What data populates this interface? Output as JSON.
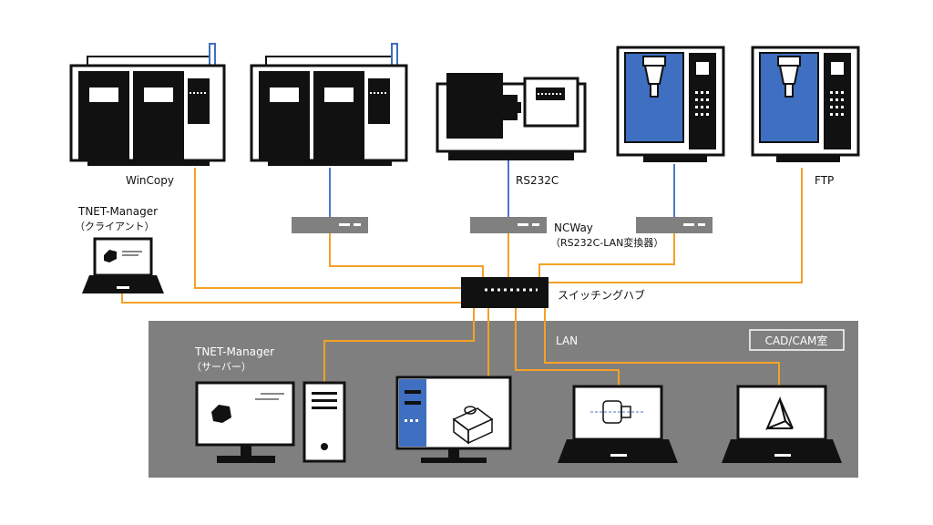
{
  "labels": {
    "wincopy": "WinCopy",
    "rs232c": "RS232C",
    "ftp": "FTP",
    "client_title": "TNET-Manager",
    "client_sub": "（クライアント）",
    "ncway": "NCWay",
    "ncway_sub": "（RS232C-LAN変換器）",
    "switch_hub": "スイッチングハブ",
    "lan": "LAN",
    "cad_cam_room": "CAD/CAM室",
    "server_title": "TNET-Manager",
    "server_sub": "（サーバー）"
  },
  "colors": {
    "lan_wire": "#f4a127",
    "serial_wire": "#4a78c8",
    "room_bg": "#7f7f7f",
    "converter": "#808080",
    "hub": "#111111",
    "machine_body": "#ffffff",
    "machine_dark": "#111111",
    "screen_blue": "#3f6fc0"
  },
  "icons": {
    "machines": [
      "machine-tool-icon",
      "machine-tool-icon",
      "lathe-icon",
      "machining-center-icon",
      "machining-center-icon"
    ],
    "devices": [
      "laptop-icon",
      "desktop-pc-icon",
      "monitor-icon",
      "laptop-icon",
      "laptop-icon"
    ]
  }
}
